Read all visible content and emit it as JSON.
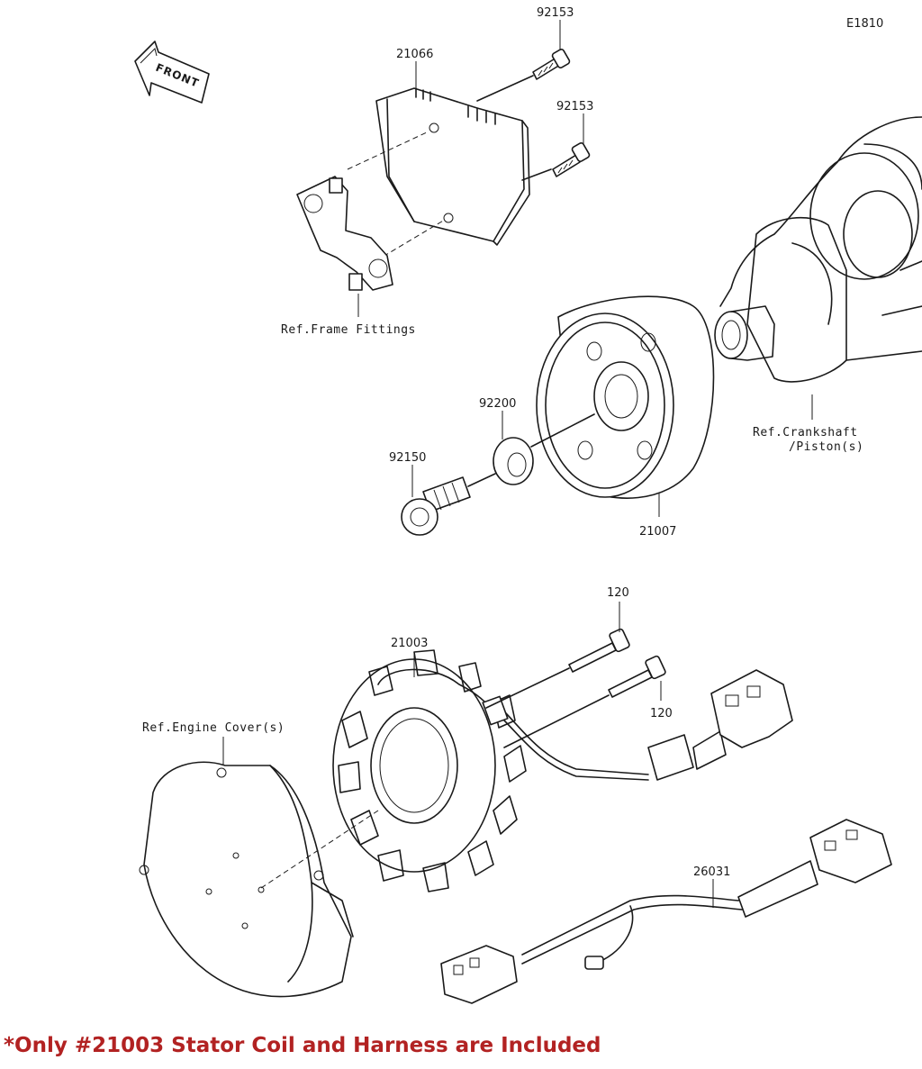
{
  "diagram": {
    "code": "E1810",
    "front_arrow": "FRONT",
    "parts": [
      {
        "id": "p92153a",
        "number": "92153"
      },
      {
        "id": "p21066",
        "number": "21066"
      },
      {
        "id": "p92153b",
        "number": "92153"
      },
      {
        "id": "p92200",
        "number": "92200"
      },
      {
        "id": "p92150",
        "number": "92150"
      },
      {
        "id": "p21007",
        "number": "21007"
      },
      {
        "id": "p120a",
        "number": "120"
      },
      {
        "id": "p21003",
        "number": "21003"
      },
      {
        "id": "p120b",
        "number": "120"
      },
      {
        "id": "p26031",
        "number": "26031"
      }
    ],
    "references": {
      "frame": "Ref.Frame Fittings",
      "crank_1": "Ref.Crankshaft",
      "crank_2": "/Piston(s)",
      "cover": "Ref.Engine Cover(s)"
    }
  },
  "notice": "*Only #21003 Stator Coil and Harness are Included",
  "colors": {
    "notice": "#b22222",
    "lines": "#1a1a1a",
    "background": "#ffffff"
  }
}
